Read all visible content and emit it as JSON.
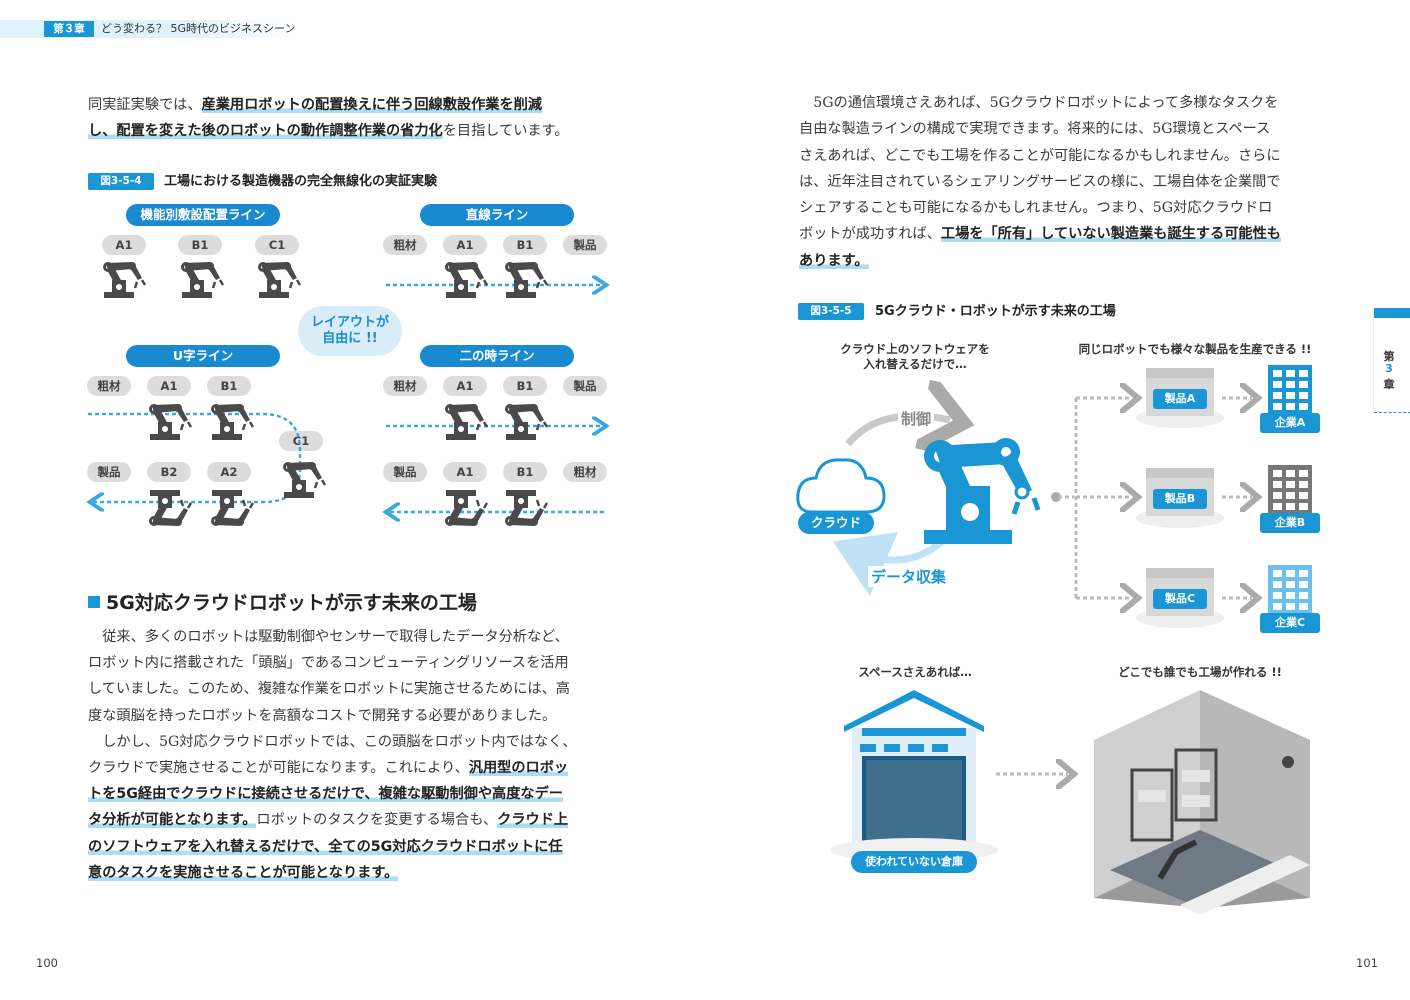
{
  "header": {
    "chapter": "第３章",
    "title": "どう変わる？ 5G時代のビジネスシーン"
  },
  "left": {
    "intro": [
      [
        {
          "t": "同実証実験では、",
          "h": false
        },
        {
          "t": "産業用ロボットの配置換えに伴う回線敷設作業を削減",
          "h": true
        }
      ],
      [
        {
          "t": "し、配置を変えた後のロボットの動作調整作業の省力化",
          "h": true
        },
        {
          "t": "を目指しています。",
          "h": false
        }
      ]
    ],
    "figure1": {
      "badge": "図3-5-4",
      "title": "工場における製造機器の完全無線化の実証実験",
      "panels": {
        "p1": "機能別敷設配置ライン",
        "p2": "直線ライン",
        "p3": "U字ライン",
        "p4": "二の時ライン"
      },
      "tags": {
        "p1": [
          "A1",
          "B1",
          "C1"
        ],
        "p2": [
          "粗材",
          "A1",
          "B1",
          "製品"
        ],
        "p3_top": [
          "粗材",
          "A1",
          "B1"
        ],
        "p3_c1": "C1",
        "p3_bottom": [
          "製品",
          "B2",
          "A2"
        ],
        "p4_top": [
          "粗材",
          "A1",
          "B1",
          "製品"
        ],
        "p4_bottom": [
          "製品",
          "A1",
          "B1",
          "粗材"
        ]
      },
      "bubble": [
        "レイアウトが",
        "自由に !!"
      ]
    },
    "section_title": "5G対応クラウドロボットが示す未来の工場",
    "paragraph": [
      [
        {
          "t": "　従来、多くのロボットは駆動制御やセンサーで取得したデータ分析など、",
          "h": false
        }
      ],
      [
        {
          "t": "ロボット内に搭載された「頭脳」であるコンピューティングリソースを活用",
          "h": false
        }
      ],
      [
        {
          "t": "していました。このため、複雑な作業をロボットに実施させるためには、高",
          "h": false
        }
      ],
      [
        {
          "t": "度な頭脳を持ったロボットを高額なコストで開発する必要がありました。",
          "h": false
        }
      ],
      [
        {
          "t": "　しかし、5G対応クラウドロボットでは、この頭脳をロボット内ではなく、",
          "h": false
        }
      ],
      [
        {
          "t": "クラウドで実施させることが可能になります。これにより、",
          "h": false
        },
        {
          "t": "汎用型のロボッ",
          "h": true
        }
      ],
      [
        {
          "t": "トを5G経由でクラウドに接続させるだけで、複雑な駆動制御や高度なデー",
          "h": true
        }
      ],
      [
        {
          "t": "タ分析が可能となります。",
          "h": true
        },
        {
          "t": "ロボットのタスクを変更する場合も、",
          "h": false
        },
        {
          "t": "クラウド上",
          "h": true
        }
      ],
      [
        {
          "t": "のソフトウェアを入れ替えるだけで、全ての5G対応クラウドロボットに任",
          "h": true
        }
      ],
      [
        {
          "t": "意のタスクを実施させることが可能となります。",
          "h": true
        }
      ]
    ],
    "page_number": "100"
  },
  "right": {
    "paragraph": [
      [
        {
          "t": "　5Gの通信環境さえあれば、5Gクラウドロボットによって多様なタスクを",
          "h": false
        }
      ],
      [
        {
          "t": "自由な製造ラインの構成で実現できます。将来的には、5G環境とスペース",
          "h": false
        }
      ],
      [
        {
          "t": "さえあれば、どこでも工場を作ることが可能になるかもしれません。さらに",
          "h": false
        }
      ],
      [
        {
          "t": "は、近年注目されているシェアリングサービスの様に、工場自体を企業間で",
          "h": false
        }
      ],
      [
        {
          "t": "シェアすることも可能になるかもしれません。つまり、5G対応クラウドロ",
          "h": false
        }
      ],
      [
        {
          "t": "ボットが成功すれば、",
          "h": false
        },
        {
          "t": "工場を「所有」していない製造業も誕生する可能性も",
          "h": true
        }
      ],
      [
        {
          "t": "あります。",
          "h": true
        }
      ]
    ],
    "figure2": {
      "badge": "図3-5-5",
      "title": "5Gクラウド・ロボットが示す未来の工場",
      "caption_software": [
        "クラウド上のソフトウェアを",
        "入れ替えるだけで…"
      ],
      "caption_products": "同じロボットでも様々な製品を生産できる !!",
      "control": "制御",
      "cloud": "クラウド",
      "data": "データ収集",
      "products": [
        "製品A",
        "製品B",
        "製品C"
      ],
      "companies": [
        "企業A",
        "企業B",
        "企業C"
      ],
      "space": "スペースさえあれば…",
      "anywhere": "どこでも誰でも工場が作れる !!",
      "warehouse": "使われていない倉庫"
    },
    "side_tab": [
      "第",
      "3",
      "章"
    ],
    "page_number": "101"
  },
  "colors": {
    "accent": "#1a96d4",
    "highlight": "#aedcf4",
    "tag": "#dcdcdc",
    "robot": "#4a4a4a"
  }
}
